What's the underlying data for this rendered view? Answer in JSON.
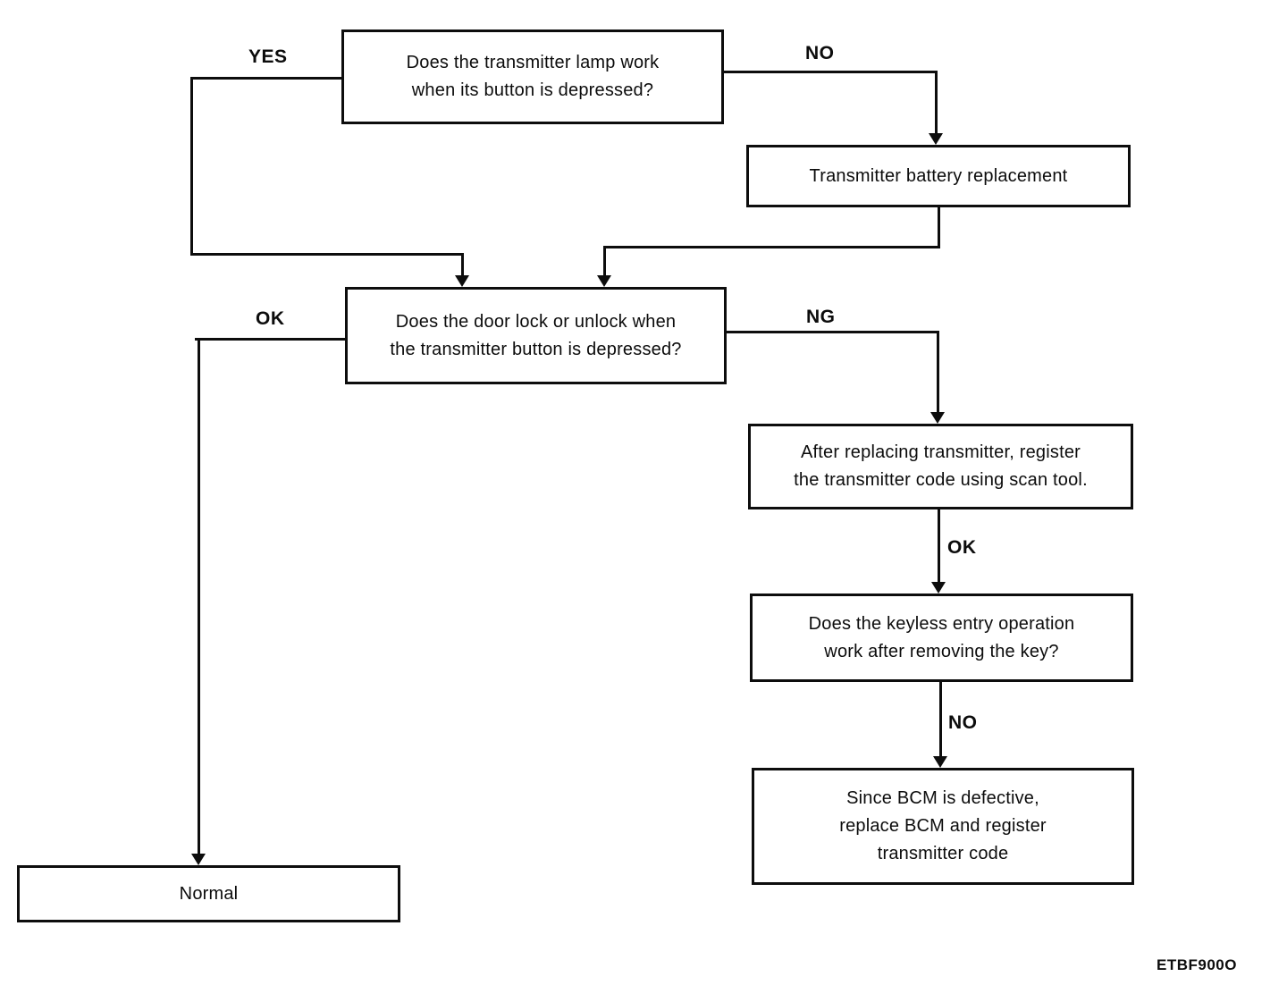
{
  "diagram": {
    "type": "flowchart",
    "colors": {
      "line": "#0d0d0d",
      "background": "#ffffff"
    },
    "nodes": {
      "q1": {
        "lines": [
          "Does the transmitter lamp work",
          "when its button is depressed?"
        ]
      },
      "battery": {
        "lines": [
          "Transmitter battery replacement"
        ]
      },
      "q2": {
        "lines": [
          "Does the door lock or unlock when",
          "the transmitter button is depressed?"
        ]
      },
      "register": {
        "lines": [
          "After replacing transmitter, register",
          "the transmitter code using scan tool."
        ]
      },
      "q3": {
        "lines": [
          "Does the keyless entry operation",
          "work after removing the key?"
        ]
      },
      "bcm": {
        "lines": [
          "Since BCM is defective,",
          "replace BCM and register",
          "transmitter code"
        ]
      },
      "normal": {
        "lines": [
          "Normal"
        ]
      }
    },
    "labels": {
      "yes": "YES",
      "no_top": "NO",
      "ok_left": "OK",
      "ng": "NG",
      "ok_right": "OK",
      "no_right": "NO"
    },
    "edges": [
      {
        "from": "q1",
        "to": "q2",
        "label": "YES"
      },
      {
        "from": "q1",
        "to": "battery",
        "label": "NO"
      },
      {
        "from": "battery",
        "to": "q2",
        "label": ""
      },
      {
        "from": "q2",
        "to": "normal",
        "label": "OK"
      },
      {
        "from": "q2",
        "to": "register",
        "label": "NG"
      },
      {
        "from": "register",
        "to": "q3",
        "label": "OK"
      },
      {
        "from": "q3",
        "to": "bcm",
        "label": "NO"
      }
    ],
    "footer_code": "ETBF900O"
  }
}
